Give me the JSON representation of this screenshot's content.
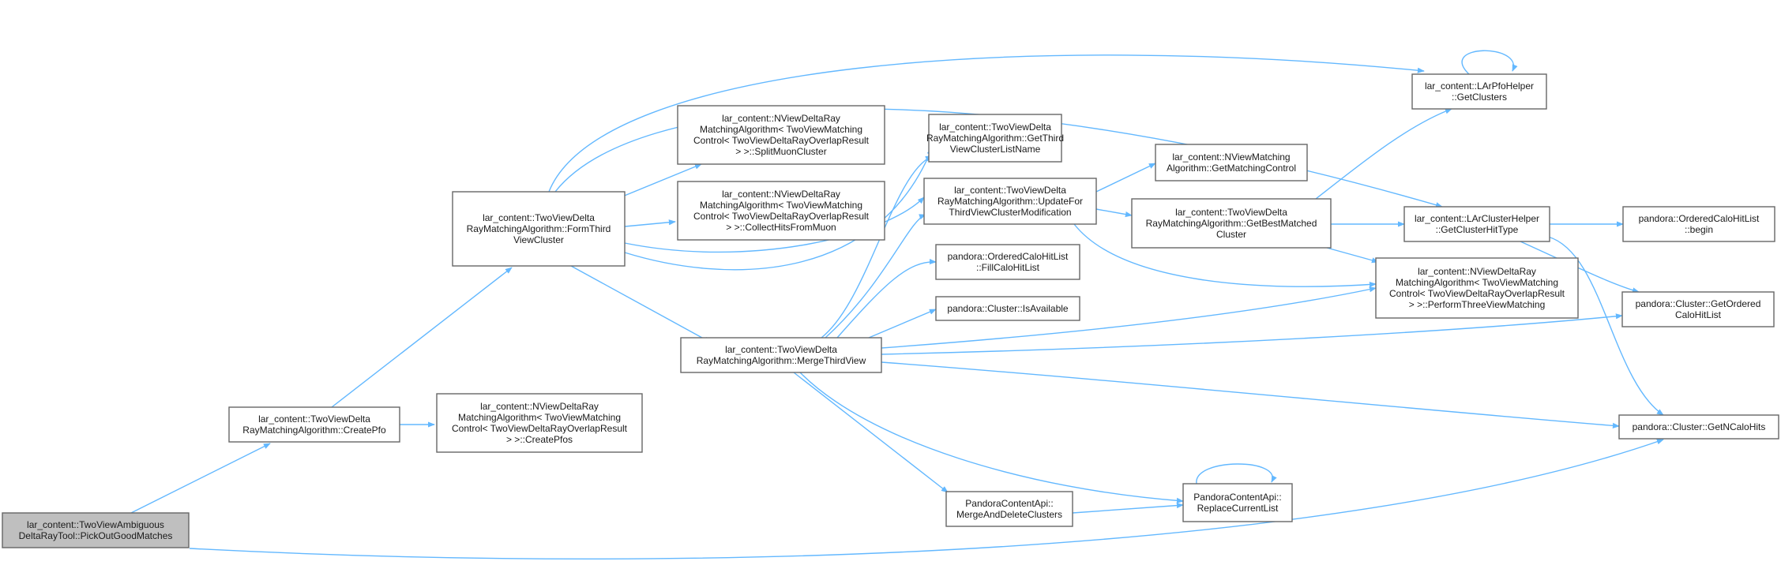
{
  "colors": {
    "edge": "#63b8ff",
    "node_border": "#666666",
    "root_fill": "#bfbfbf",
    "node_fill": "#ffffff",
    "text": "#1a1a1a"
  },
  "nodes": [
    {
      "id": "pickout",
      "root": true,
      "lines": [
        "lar_content::TwoViewAmbiguous",
        "DeltaRayTool::PickOutGoodMatches"
      ]
    },
    {
      "id": "createpfo",
      "lines": [
        "lar_content::TwoViewDelta",
        "RayMatchingAlgorithm::CreatePfo"
      ]
    },
    {
      "id": "createpfos",
      "lines": [
        "lar_content::NViewDeltaRay",
        "MatchingAlgorithm< TwoViewMatching",
        "Control< TwoViewDeltaRayOverlapResult",
        "> >::CreatePfos"
      ]
    },
    {
      "id": "formthird",
      "lines": [
        "lar_content::TwoViewDelta",
        "RayMatchingAlgorithm::FormThird",
        "ViewCluster"
      ]
    },
    {
      "id": "splitmuon",
      "lines": [
        "lar_content::NViewDeltaRay",
        "MatchingAlgorithm< TwoViewMatching",
        "Control< TwoViewDeltaRayOverlapResult",
        "> >::SplitMuonCluster"
      ]
    },
    {
      "id": "collecthits",
      "lines": [
        "lar_content::NViewDeltaRay",
        "MatchingAlgorithm< TwoViewMatching",
        "Control< TwoViewDeltaRayOverlapResult",
        "> >::CollectHitsFromMuon"
      ]
    },
    {
      "id": "mergethird",
      "lines": [
        "lar_content::TwoViewDelta",
        "RayMatchingAlgorithm::MergeThirdView"
      ]
    },
    {
      "id": "getthirdname",
      "lines": [
        "lar_content::TwoViewDelta",
        "RayMatchingAlgorithm::GetThird",
        "ViewClusterListName"
      ]
    },
    {
      "id": "updatefor",
      "lines": [
        "lar_content::TwoViewDelta",
        "RayMatchingAlgorithm::UpdateFor",
        "ThirdViewClusterModification"
      ]
    },
    {
      "id": "fillcalo",
      "lines": [
        "pandora::OrderedCaloHitList",
        "::FillCaloHitList"
      ]
    },
    {
      "id": "isavailable",
      "lines": [
        "pandora::Cluster::IsAvailable"
      ]
    },
    {
      "id": "mergedelete",
      "lines": [
        "PandoraContentApi::",
        "MergeAndDeleteClusters"
      ]
    },
    {
      "id": "replacelist",
      "lines": [
        "PandoraContentApi::",
        "ReplaceCurrentList"
      ]
    },
    {
      "id": "getmatchingcontrol",
      "lines": [
        "lar_content::NViewMatching",
        "Algorithm::GetMatchingControl"
      ]
    },
    {
      "id": "getbestmatched",
      "lines": [
        "lar_content::TwoViewDelta",
        "RayMatchingAlgorithm::GetBestMatched",
        "Cluster"
      ]
    },
    {
      "id": "getclusters",
      "lines": [
        "lar_content::LArPfoHelper",
        "::GetClusters"
      ]
    },
    {
      "id": "getclusterhittype",
      "lines": [
        "lar_content::LArClusterHelper",
        "::GetClusterHitType"
      ]
    },
    {
      "id": "performthree",
      "lines": [
        "lar_content::NViewDeltaRay",
        "MatchingAlgorithm< TwoViewMatching",
        "Control< TwoViewDeltaRayOverlapResult",
        "> >::PerformThreeViewMatching"
      ]
    },
    {
      "id": "begin",
      "lines": [
        "pandora::OrderedCaloHitList",
        "::begin"
      ]
    },
    {
      "id": "getordered",
      "lines": [
        "pandora::Cluster::GetOrdered",
        "CaloHitList"
      ]
    },
    {
      "id": "getncalohits",
      "lines": [
        "pandora::Cluster::GetNCaloHits"
      ]
    }
  ]
}
